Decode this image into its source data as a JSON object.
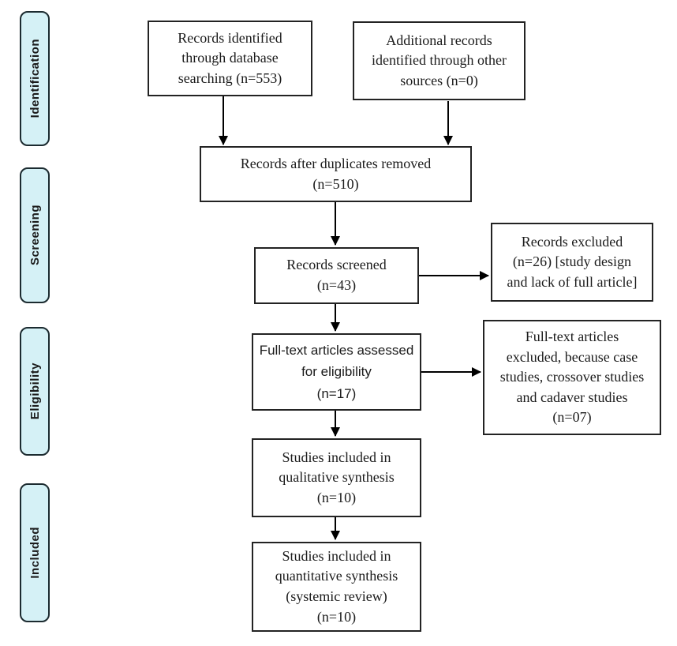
{
  "colors": {
    "stage_fill": "#d5f1f6",
    "stage_border": "#1c2b30",
    "box_border": "#232323",
    "text": "#1b1b1b",
    "arrow": "#000000",
    "background": "#ffffff"
  },
  "stages": [
    {
      "id": "identification",
      "label": "Identification"
    },
    {
      "id": "screening",
      "label": "Screening"
    },
    {
      "id": "eligibility",
      "label": "Eligibility"
    },
    {
      "id": "included",
      "label": "Included"
    }
  ],
  "boxes": [
    {
      "id": "records-identified",
      "text": "Records identified\nthrough database\nsearching (n=553)",
      "count": "553"
    },
    {
      "id": "additional-records",
      "text": "Additional records\nidentified through other\nsources (n=0)",
      "count": "0"
    },
    {
      "id": "duplicates-removed",
      "text": "Records after duplicates removed\n(n=510)",
      "count": "510"
    },
    {
      "id": "records-screened",
      "text": "Records screened\n(n=43)",
      "count": "43"
    },
    {
      "id": "records-excluded",
      "text": "Records excluded\n(n=26) [study design\nand lack of full article]",
      "count": "26"
    },
    {
      "id": "fulltext-assessed",
      "text": "Full-text articles assessed\nfor eligibility\n(n=17)",
      "count": "17"
    },
    {
      "id": "fulltext-excluded",
      "text": "Full-text articles\nexcluded, because case\nstudies, crossover studies\nand cadaver studies\n(n=07)",
      "count": "07"
    },
    {
      "id": "qualitative-synthesis",
      "text": "Studies included in\nqualitative synthesis\n(n=10)",
      "count": "10"
    },
    {
      "id": "quantitative-synthesis",
      "text": "Studies included in\nquantitative synthesis\n(systemic review)\n(n=10)",
      "count": "10"
    }
  ],
  "edges": [
    {
      "from": "records-identified",
      "to": "duplicates-removed"
    },
    {
      "from": "additional-records",
      "to": "duplicates-removed"
    },
    {
      "from": "duplicates-removed",
      "to": "records-screened"
    },
    {
      "from": "records-screened",
      "to": "records-excluded"
    },
    {
      "from": "records-screened",
      "to": "fulltext-assessed"
    },
    {
      "from": "fulltext-assessed",
      "to": "fulltext-excluded"
    },
    {
      "from": "fulltext-assessed",
      "to": "qualitative-synthesis"
    },
    {
      "from": "qualitative-synthesis",
      "to": "quantitative-synthesis"
    }
  ]
}
